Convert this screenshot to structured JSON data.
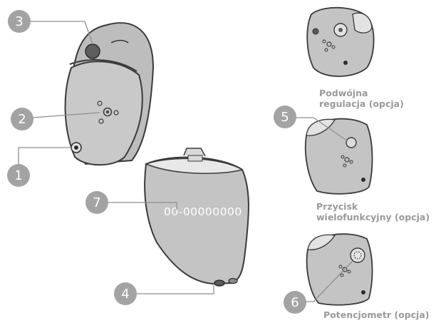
{
  "colors": {
    "shell": "#c9c9c9",
    "shell_dark": "#9e9e9e",
    "shell_light": "#e3e3e3",
    "outline": "#3a3a3a",
    "callout": "#a3a3a3",
    "caption_text": "#9a9a9a"
  },
  "callouts": [
    {
      "number": "1",
      "target": "program-button"
    },
    {
      "number": "2",
      "target": "microphone-ports"
    },
    {
      "number": "3",
      "target": "removal-handle"
    },
    {
      "number": "4",
      "target": "receiver-outlet"
    },
    {
      "number": "5",
      "target": "push-button"
    },
    {
      "number": "6",
      "target": "volume-wheel"
    },
    {
      "number": "7",
      "target": "serial-number"
    }
  ],
  "serial_number": "00-00000000",
  "variants": [
    {
      "label_line1": "Podwójna",
      "label_line2": "regulacja (opcja)"
    },
    {
      "label_line1": "Przycisk",
      "label_line2": "wielofunkcyjny (opcja)"
    },
    {
      "label_line1": "Potencjometr (opcja)",
      "label_line2": ""
    }
  ]
}
